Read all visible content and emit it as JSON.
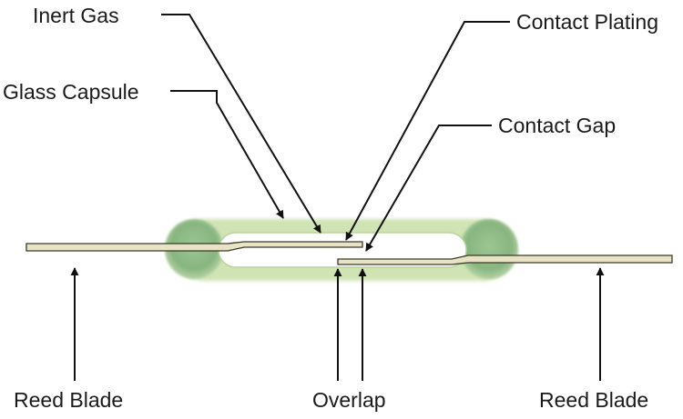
{
  "labels": {
    "inert_gas": "Inert Gas",
    "glass_capsule": "Glass Capsule",
    "contact_plating": "Contact Plating",
    "contact_gap": "Contact Gap",
    "reed_blade_left": "Reed Blade",
    "overlap": "Overlap",
    "reed_blade_right": "Reed Blade"
  },
  "colors": {
    "glass": "#d4e6b8",
    "glass_end_bulb": "#8fbd86",
    "reed_fill": "#e8e3c5",
    "reed_outline": "#3a3a2a",
    "leader": "#111111",
    "text": "#1a1a1a"
  }
}
